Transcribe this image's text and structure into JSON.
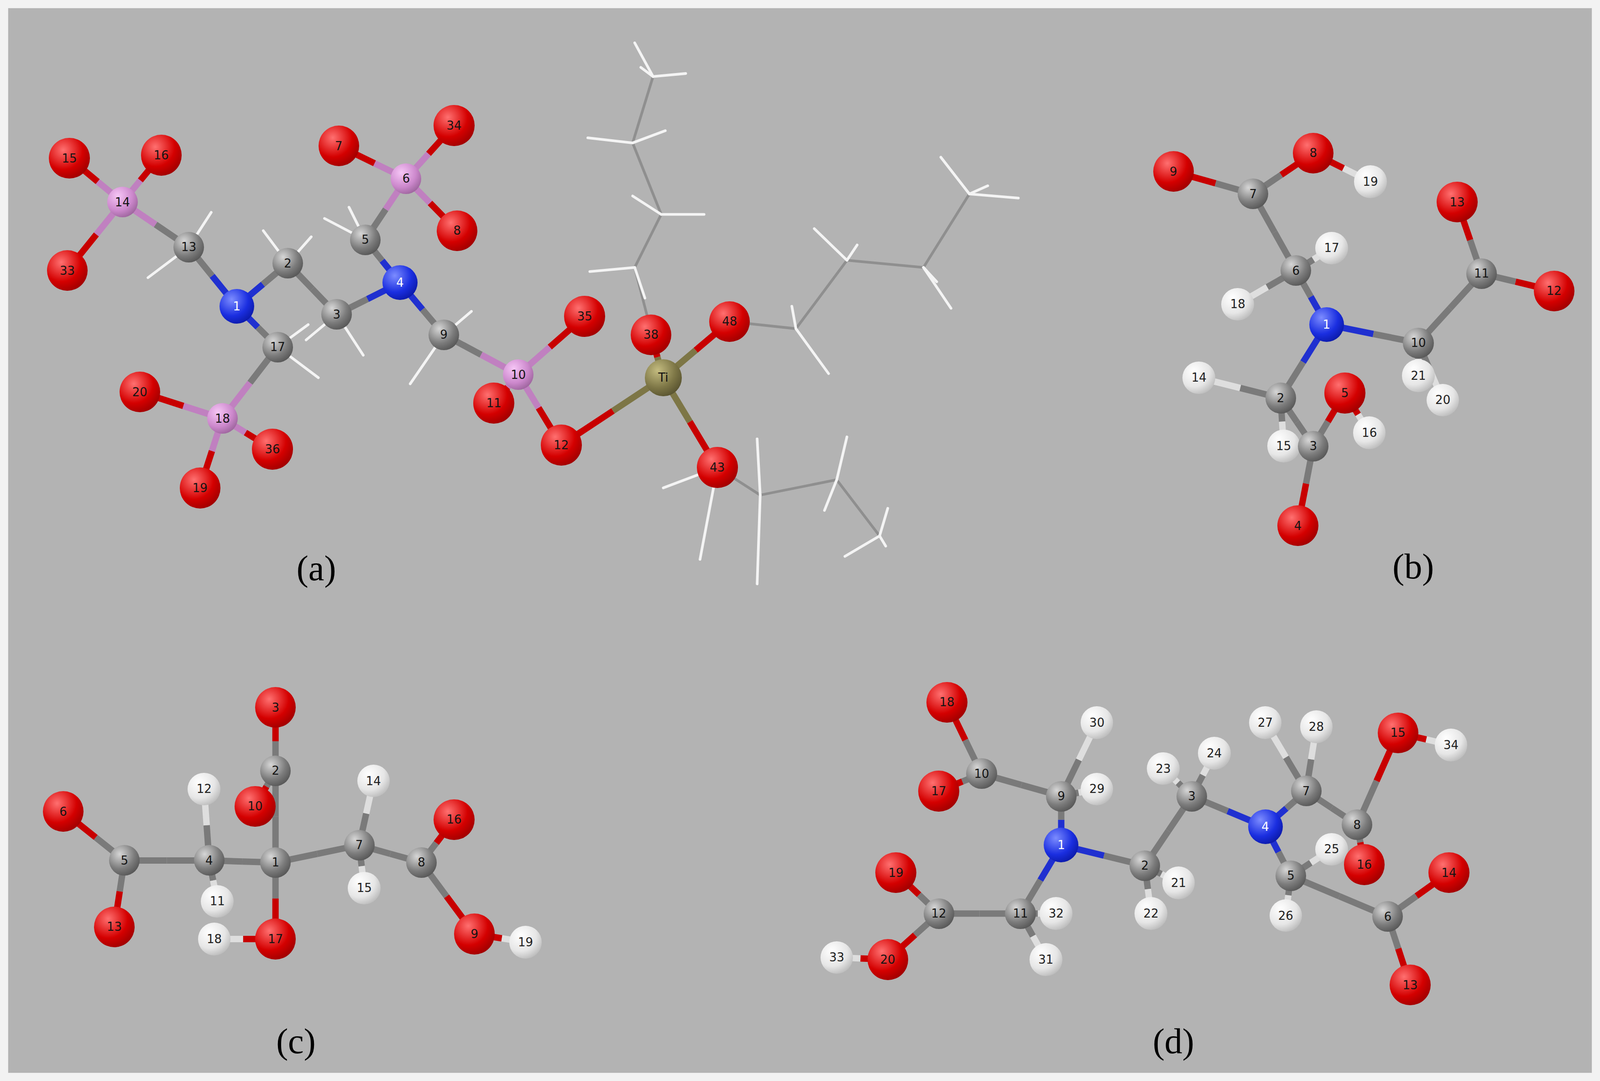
{
  "diagram": {
    "nodes": [
      {
        "text": [
          "15"
        ]
      },
      {
        "text": [
          "16"
        ]
      },
      {
        "text": [
          "14"
        ]
      },
      {
        "text": [
          "33"
        ]
      },
      {
        "text": [
          "13"
        ]
      },
      {
        "text": [
          "1"
        ]
      },
      {
        "text": [
          "2"
        ]
      },
      {
        "text": [
          "3"
        ]
      },
      {
        "text": [
          "17"
        ]
      },
      {
        "text": [
          "18"
        ]
      },
      {
        "text": [
          "20"
        ]
      },
      {
        "text": [
          "36"
        ]
      },
      {
        "text": [
          "19"
        ]
      },
      {
        "text": [
          "7"
        ]
      },
      {
        "text": [
          "34"
        ]
      },
      {
        "text": [
          "6"
        ]
      },
      {
        "text": [
          "8"
        ]
      },
      {
        "text": [
          "5"
        ]
      },
      {
        "text": [
          "4"
        ]
      },
      {
        "text": [
          "9"
        ]
      },
      {
        "text": [
          "10"
        ]
      },
      {
        "text": [
          "35"
        ]
      },
      {
        "text": [
          "11"
        ]
      },
      {
        "text": [
          "12"
        ]
      },
      {
        "text": [
          "Ti"
        ]
      },
      {
        "text": [
          "38"
        ]
      },
      {
        "text": [
          "48"
        ]
      },
      {
        "text": [
          "43"
        ]
      },
      {
        "text": [
          "9"
        ]
      },
      {
        "text": [
          "8"
        ]
      },
      {
        "text": [
          "19"
        ]
      },
      {
        "text": [
          "7"
        ]
      },
      {
        "text": [
          "17"
        ]
      },
      {
        "text": [
          "6"
        ]
      },
      {
        "text": [
          "18"
        ]
      },
      {
        "text": [
          "1"
        ]
      },
      {
        "text": [
          "13"
        ]
      },
      {
        "text": [
          "11"
        ]
      },
      {
        "text": [
          "12"
        ]
      },
      {
        "text": [
          "10"
        ]
      },
      {
        "text": [
          "21"
        ]
      },
      {
        "text": [
          "20"
        ]
      },
      {
        "text": [
          "14"
        ]
      },
      {
        "text": [
          "2"
        ]
      },
      {
        "text": [
          "15"
        ]
      },
      {
        "text": [
          "3"
        ]
      },
      {
        "text": [
          "5"
        ]
      },
      {
        "text": [
          "16"
        ]
      },
      {
        "text": [
          "4"
        ]
      },
      {
        "text": [
          "3"
        ]
      },
      {
        "text": [
          "2"
        ]
      },
      {
        "text": [
          "10"
        ]
      },
      {
        "text": [
          "12"
        ]
      },
      {
        "text": [
          "14"
        ]
      },
      {
        "text": [
          "6"
        ]
      },
      {
        "text": [
          "5"
        ]
      },
      {
        "text": [
          "4"
        ]
      },
      {
        "text": [
          "1"
        ]
      },
      {
        "text": [
          "7"
        ]
      },
      {
        "text": [
          "16"
        ]
      },
      {
        "text": [
          "8"
        ]
      },
      {
        "text": [
          "13"
        ]
      },
      {
        "text": [
          "11"
        ]
      },
      {
        "text": [
          "15"
        ]
      },
      {
        "text": [
          "18"
        ]
      },
      {
        "text": [
          "17"
        ]
      },
      {
        "text": [
          "9"
        ]
      },
      {
        "text": [
          "19"
        ]
      },
      {
        "text": [
          "18"
        ]
      },
      {
        "text": [
          "30"
        ]
      },
      {
        "text": [
          "10"
        ]
      },
      {
        "text": [
          "17"
        ]
      },
      {
        "text": [
          "9"
        ]
      },
      {
        "text": [
          "29"
        ]
      },
      {
        "text": [
          "23"
        ]
      },
      {
        "text": [
          "24"
        ]
      },
      {
        "text": [
          "27"
        ]
      },
      {
        "text": [
          "28"
        ]
      },
      {
        "text": [
          "15"
        ]
      },
      {
        "text": [
          "34"
        ]
      },
      {
        "text": [
          "3"
        ]
      },
      {
        "text": [
          "7"
        ]
      },
      {
        "text": [
          "8"
        ]
      },
      {
        "text": [
          "1"
        ]
      },
      {
        "text": [
          "4"
        ]
      },
      {
        "text": [
          "25"
        ]
      },
      {
        "text": [
          "16"
        ]
      },
      {
        "text": [
          "19"
        ]
      },
      {
        "text": [
          "12"
        ]
      },
      {
        "text": [
          "11"
        ]
      },
      {
        "text": [
          "32"
        ]
      },
      {
        "text": [
          "2"
        ]
      },
      {
        "text": [
          "21"
        ]
      },
      {
        "text": [
          "5"
        ]
      },
      {
        "text": [
          "14"
        ]
      },
      {
        "text": [
          "22"
        ]
      },
      {
        "text": [
          "26"
        ]
      },
      {
        "text": [
          "6"
        ]
      },
      {
        "text": [
          "33"
        ]
      },
      {
        "text": [
          "20"
        ]
      },
      {
        "text": [
          "31"
        ]
      },
      {
        "text": [
          "13"
        ]
      }
    ],
    "edges": [
      {
        "from": 2,
        "to": 0,
        "arrow": "none"
      },
      {
        "from": 2,
        "to": 1,
        "arrow": "none"
      },
      {
        "from": 2,
        "to": 3,
        "arrow": "none"
      },
      {
        "from": 2,
        "to": 4,
        "arrow": "none"
      },
      {
        "from": 4,
        "to": 5,
        "arrow": "none"
      },
      {
        "from": 5,
        "to": 6,
        "arrow": "none"
      },
      {
        "from": 5,
        "to": 8,
        "arrow": "none"
      },
      {
        "from": 6,
        "to": 7,
        "arrow": "none"
      },
      {
        "from": 7,
        "to": 18,
        "arrow": "none"
      },
      {
        "from": 18,
        "to": 17,
        "arrow": "none"
      },
      {
        "from": 18,
        "to": 19,
        "arrow": "none"
      },
      {
        "from": 17,
        "to": 15,
        "arrow": "none"
      },
      {
        "from": 15,
        "to": 13,
        "arrow": "none"
      },
      {
        "from": 15,
        "to": 14,
        "arrow": "none"
      },
      {
        "from": 15,
        "to": 16,
        "arrow": "none"
      },
      {
        "from": 19,
        "to": 20,
        "arrow": "none"
      },
      {
        "from": 20,
        "to": 21,
        "arrow": "none"
      },
      {
        "from": 20,
        "to": 22,
        "arrow": "none"
      },
      {
        "from": 20,
        "to": 23,
        "arrow": "none"
      },
      {
        "from": 23,
        "to": 24,
        "arrow": "none"
      },
      {
        "from": 24,
        "to": 25,
        "arrow": "none"
      },
      {
        "from": 24,
        "to": 26,
        "arrow": "none"
      },
      {
        "from": 24,
        "to": 27,
        "arrow": "none"
      },
      {
        "from": 8,
        "to": 9,
        "arrow": "none"
      },
      {
        "from": 9,
        "to": 10,
        "arrow": "none"
      },
      {
        "from": 9,
        "to": 11,
        "arrow": "none"
      },
      {
        "from": 9,
        "to": 12,
        "arrow": "none"
      },
      {
        "from": 31,
        "to": 28,
        "arrow": "none"
      },
      {
        "from": 31,
        "to": 29,
        "arrow": "none"
      },
      {
        "from": 29,
        "to": 30,
        "arrow": "none"
      },
      {
        "from": 31,
        "to": 33,
        "arrow": "none"
      },
      {
        "from": 33,
        "to": 32,
        "arrow": "none"
      },
      {
        "from": 33,
        "to": 34,
        "arrow": "none"
      },
      {
        "from": 33,
        "to": 35,
        "arrow": "none"
      },
      {
        "from": 35,
        "to": 39,
        "arrow": "none"
      },
      {
        "from": 39,
        "to": 37,
        "arrow": "none"
      },
      {
        "from": 37,
        "to": 36,
        "arrow": "none"
      },
      {
        "from": 37,
        "to": 38,
        "arrow": "none"
      },
      {
        "from": 39,
        "to": 40,
        "arrow": "none"
      },
      {
        "from": 39,
        "to": 41,
        "arrow": "none"
      },
      {
        "from": 35,
        "to": 43,
        "arrow": "none"
      },
      {
        "from": 43,
        "to": 42,
        "arrow": "none"
      },
      {
        "from": 43,
        "to": 44,
        "arrow": "none"
      },
      {
        "from": 43,
        "to": 45,
        "arrow": "none"
      },
      {
        "from": 45,
        "to": 46,
        "arrow": "none"
      },
      {
        "from": 46,
        "to": 47,
        "arrow": "none"
      },
      {
        "from": 45,
        "to": 48,
        "arrow": "none"
      },
      {
        "from": 57,
        "to": 50,
        "arrow": "none"
      },
      {
        "from": 50,
        "to": 49,
        "arrow": "none"
      },
      {
        "from": 50,
        "to": 51,
        "arrow": "none"
      },
      {
        "from": 57,
        "to": 56,
        "arrow": "none"
      },
      {
        "from": 57,
        "to": 58,
        "arrow": "none"
      },
      {
        "from": 57,
        "to": 65,
        "arrow": "none"
      },
      {
        "from": 65,
        "to": 64,
        "arrow": "none"
      },
      {
        "from": 56,
        "to": 52,
        "arrow": "none"
      },
      {
        "from": 56,
        "to": 62,
        "arrow": "none"
      },
      {
        "from": 56,
        "to": 55,
        "arrow": "none"
      },
      {
        "from": 55,
        "to": 54,
        "arrow": "none"
      },
      {
        "from": 55,
        "to": 61,
        "arrow": "none"
      },
      {
        "from": 58,
        "to": 53,
        "arrow": "none"
      },
      {
        "from": 58,
        "to": 63,
        "arrow": "none"
      },
      {
        "from": 58,
        "to": 60,
        "arrow": "none"
      },
      {
        "from": 60,
        "to": 59,
        "arrow": "none"
      },
      {
        "from": 60,
        "to": 66,
        "arrow": "none"
      },
      {
        "from": 66,
        "to": 67,
        "arrow": "none"
      },
      {
        "from": 83,
        "to": 72,
        "arrow": "none"
      },
      {
        "from": 72,
        "to": 70,
        "arrow": "none"
      },
      {
        "from": 70,
        "to": 68,
        "arrow": "none"
      },
      {
        "from": 70,
        "to": 71,
        "arrow": "none"
      },
      {
        "from": 72,
        "to": 69,
        "arrow": "none"
      },
      {
        "from": 72,
        "to": 73,
        "arrow": "none"
      },
      {
        "from": 83,
        "to": 89,
        "arrow": "none"
      },
      {
        "from": 89,
        "to": 88,
        "arrow": "none"
      },
      {
        "from": 88,
        "to": 87,
        "arrow": "none"
      },
      {
        "from": 88,
        "to": 99,
        "arrow": "none"
      },
      {
        "from": 99,
        "to": 98,
        "arrow": "none"
      },
      {
        "from": 89,
        "to": 100,
        "arrow": "none"
      },
      {
        "from": 89,
        "to": 90,
        "arrow": "none"
      },
      {
        "from": 83,
        "to": 91,
        "arrow": "none"
      },
      {
        "from": 91,
        "to": 92,
        "arrow": "none"
      },
      {
        "from": 91,
        "to": 95,
        "arrow": "none"
      },
      {
        "from": 91,
        "to": 80,
        "arrow": "none"
      },
      {
        "from": 80,
        "to": 74,
        "arrow": "none"
      },
      {
        "from": 80,
        "to": 75,
        "arrow": "none"
      },
      {
        "from": 80,
        "to": 84,
        "arrow": "none"
      },
      {
        "from": 84,
        "to": 81,
        "arrow": "none"
      },
      {
        "from": 81,
        "to": 76,
        "arrow": "none"
      },
      {
        "from": 81,
        "to": 77,
        "arrow": "none"
      },
      {
        "from": 81,
        "to": 82,
        "arrow": "none"
      },
      {
        "from": 82,
        "to": 78,
        "arrow": "none"
      },
      {
        "from": 78,
        "to": 79,
        "arrow": "none"
      },
      {
        "from": 82,
        "to": 86,
        "arrow": "none"
      },
      {
        "from": 84,
        "to": 93,
        "arrow": "none"
      },
      {
        "from": 93,
        "to": 85,
        "arrow": "none"
      },
      {
        "from": 93,
        "to": 96,
        "arrow": "none"
      },
      {
        "from": 93,
        "to": 97,
        "arrow": "none"
      },
      {
        "from": 97,
        "to": 94,
        "arrow": "none"
      },
      {
        "from": 97,
        "to": 101,
        "arrow": "none"
      }
    ],
    "labels": [
      "(a)",
      "(b)",
      "(c)",
      "(d)"
    ]
  }
}
